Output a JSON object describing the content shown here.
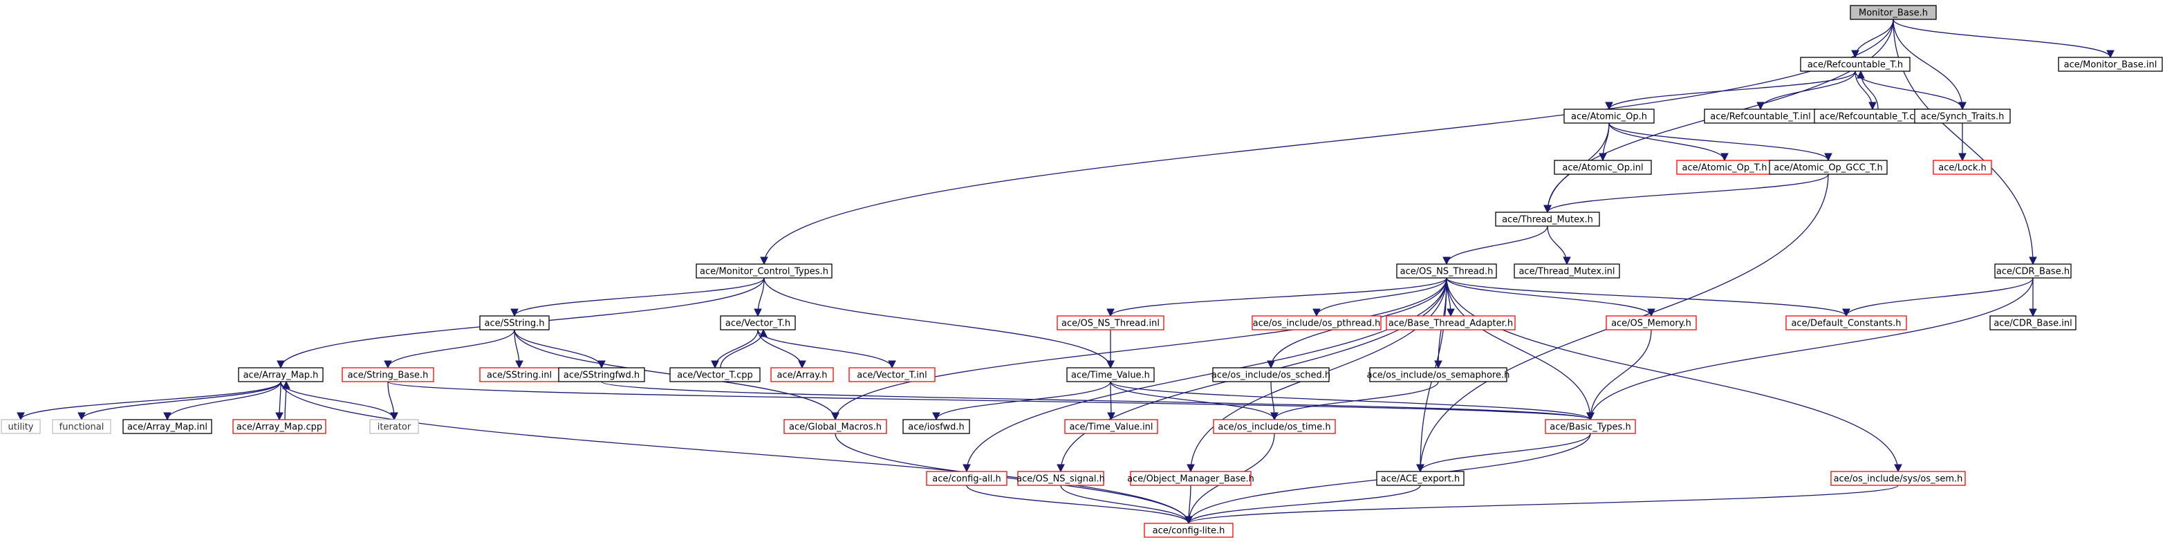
{
  "graph": {
    "root": "Monitor_Base.h",
    "nodes": [
      {
        "id": "n_root",
        "label": "Monitor_Base.h",
        "style": "root"
      },
      {
        "id": "n_refc",
        "label": "ace/Refcountable_T.h",
        "style": "black"
      },
      {
        "id": "n_monbinl",
        "label": "ace/Monitor_Base.inl",
        "style": "black"
      },
      {
        "id": "n_atomic",
        "label": "ace/Atomic_Op.h",
        "style": "black"
      },
      {
        "id": "n_refcinl",
        "label": "ace/Refcountable_T.inl",
        "style": "black"
      },
      {
        "id": "n_refccpp",
        "label": "ace/Refcountable_T.cpp",
        "style": "black"
      },
      {
        "id": "n_synch",
        "label": "ace/Synch_Traits.h",
        "style": "black"
      },
      {
        "id": "n_atomicinl",
        "label": "ace/Atomic_Op.inl",
        "style": "black"
      },
      {
        "id": "n_atomict",
        "label": "ace/Atomic_Op_T.h",
        "style": "red"
      },
      {
        "id": "n_atomicgcc",
        "label": "ace/Atomic_Op_GCC_T.h",
        "style": "black"
      },
      {
        "id": "n_lock",
        "label": "ace/Lock.h",
        "style": "red"
      },
      {
        "id": "n_tmutex",
        "label": "ace/Thread_Mutex.h",
        "style": "black"
      },
      {
        "id": "n_tmutexinl",
        "label": "ace/Thread_Mutex.inl",
        "style": "black"
      },
      {
        "id": "n_mct",
        "label": "ace/Monitor_Control_Types.h",
        "style": "black"
      },
      {
        "id": "n_osnst",
        "label": "ace/OS_NS_Thread.h",
        "style": "black"
      },
      {
        "id": "n_cdr",
        "label": "ace/CDR_Base.h",
        "style": "black"
      },
      {
        "id": "n_sstring",
        "label": "ace/SString.h",
        "style": "black"
      },
      {
        "id": "n_vector",
        "label": "ace/Vector_T.h",
        "style": "black"
      },
      {
        "id": "n_osnstinl",
        "label": "ace/OS_NS_Thread.inl",
        "style": "red"
      },
      {
        "id": "n_pthread",
        "label": "ace/os_include/os_pthread.h",
        "style": "red"
      },
      {
        "id": "n_bta",
        "label": "ace/Base_Thread_Adapter.h",
        "style": "red"
      },
      {
        "id": "n_osmem",
        "label": "ace/OS_Memory.h",
        "style": "red"
      },
      {
        "id": "n_defconst",
        "label": "ace/Default_Constants.h",
        "style": "red"
      },
      {
        "id": "n_cdrinl",
        "label": "ace/CDR_Base.inl",
        "style": "black"
      },
      {
        "id": "n_amap",
        "label": "ace/Array_Map.h",
        "style": "black"
      },
      {
        "id": "n_strbase",
        "label": "ace/String_Base.h",
        "style": "red"
      },
      {
        "id": "n_sstrinl",
        "label": "ace/SString.inl",
        "style": "red"
      },
      {
        "id": "n_sstrfwd",
        "label": "ace/SStringfwd.h",
        "style": "black"
      },
      {
        "id": "n_vcpp",
        "label": "ace/Vector_T.cpp",
        "style": "black"
      },
      {
        "id": "n_array",
        "label": "ace/Array.h",
        "style": "red"
      },
      {
        "id": "n_vinl",
        "label": "ace/Vector_T.inl",
        "style": "red"
      },
      {
        "id": "n_timeval",
        "label": "ace/Time_Value.h",
        "style": "black"
      },
      {
        "id": "n_sched",
        "label": "ace/os_include/os_sched.h",
        "style": "black"
      },
      {
        "id": "n_sem",
        "label": "ace/os_include/os_semaphore.h",
        "style": "black"
      },
      {
        "id": "n_utility",
        "label": "utility",
        "style": "ghost"
      },
      {
        "id": "n_functional",
        "label": "functional",
        "style": "ghost"
      },
      {
        "id": "n_amapinl",
        "label": "ace/Array_Map.inl",
        "style": "black"
      },
      {
        "id": "n_amapcpp",
        "label": "ace/Array_Map.cpp",
        "style": "red"
      },
      {
        "id": "n_iterator",
        "label": "iterator",
        "style": "ghost"
      },
      {
        "id": "n_gmacros",
        "label": "ace/Global_Macros.h",
        "style": "red"
      },
      {
        "id": "n_iosfwd",
        "label": "ace/iosfwd.h",
        "style": "black"
      },
      {
        "id": "n_basic",
        "label": "ace/Basic_Types.h",
        "style": "red"
      },
      {
        "id": "n_tvinl",
        "label": "ace/Time_Value.inl",
        "style": "red"
      },
      {
        "id": "n_ostime",
        "label": "ace/os_include/os_time.h",
        "style": "red"
      },
      {
        "id": "n_cfgall",
        "label": "ace/config-all.h",
        "style": "red"
      },
      {
        "id": "n_nssig",
        "label": "ace/OS_NS_signal.h",
        "style": "red"
      },
      {
        "id": "n_omb",
        "label": "ace/Object_Manager_Base.h",
        "style": "red"
      },
      {
        "id": "n_export",
        "label": "ace/ACE_export.h",
        "style": "black"
      },
      {
        "id": "n_ossem",
        "label": "ace/os_include/sys/os_sem.h",
        "style": "red"
      },
      {
        "id": "n_cfglite",
        "label": "ace/config-lite.h",
        "style": "red"
      }
    ]
  }
}
